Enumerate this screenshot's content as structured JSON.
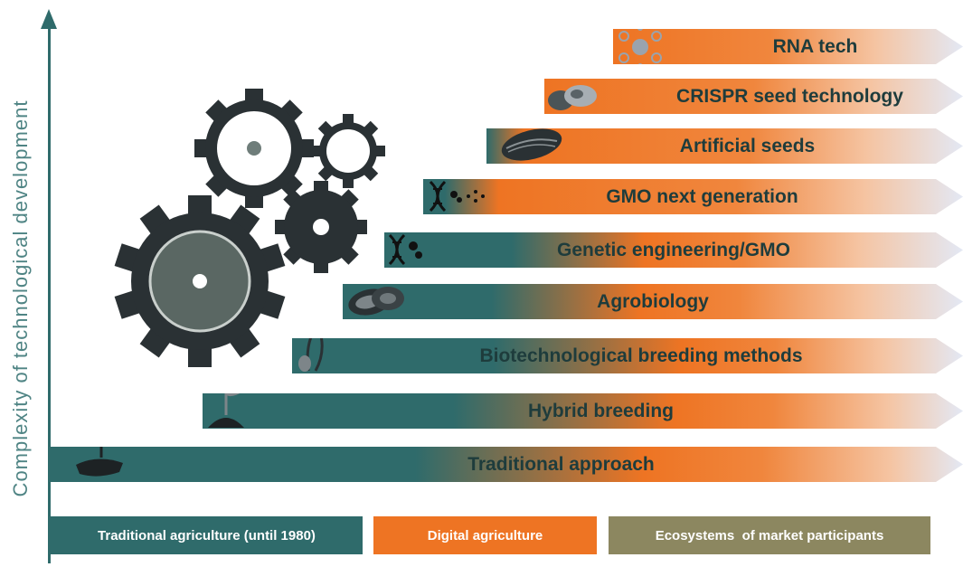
{
  "axis": {
    "label": "Complexity of technological development"
  },
  "bands": [
    {
      "label": "RNA tech",
      "icon": "molecule-icon",
      "color": "orange"
    },
    {
      "label": "CRISPR seed technology",
      "icon": "seed-capsule-icon",
      "color": "orange"
    },
    {
      "label": "Artificial seeds",
      "icon": "seed-icon",
      "color": "orange"
    },
    {
      "label": "GMO next generation",
      "icon": "dna-icon",
      "color": "teal"
    },
    {
      "label": "Genetic engineering/GMO",
      "icon": "dna-icon",
      "color": "teal"
    },
    {
      "label": "Agrobiology",
      "icon": "papaya-icon",
      "color": "teal"
    },
    {
      "label": "Biotechnological breeding methods",
      "icon": "pea-pod-icon",
      "color": "teal"
    },
    {
      "label": "Hybrid breeding",
      "icon": "sprout-icon",
      "color": "teal"
    },
    {
      "label": "Traditional approach",
      "icon": "hand-plant-icon",
      "color": "teal"
    }
  ],
  "legend": [
    {
      "label": "Traditional agriculture (until 1980)",
      "color": "#2f6b6b"
    },
    {
      "label": "Digital agriculture",
      "color": "#ee7423"
    },
    {
      "label": "Ecosystems  of market participants",
      "color": "#8c8760"
    }
  ],
  "colors": {
    "teal": "#2f6b6b",
    "orange": "#ee7423",
    "gear": "#2a3134"
  }
}
